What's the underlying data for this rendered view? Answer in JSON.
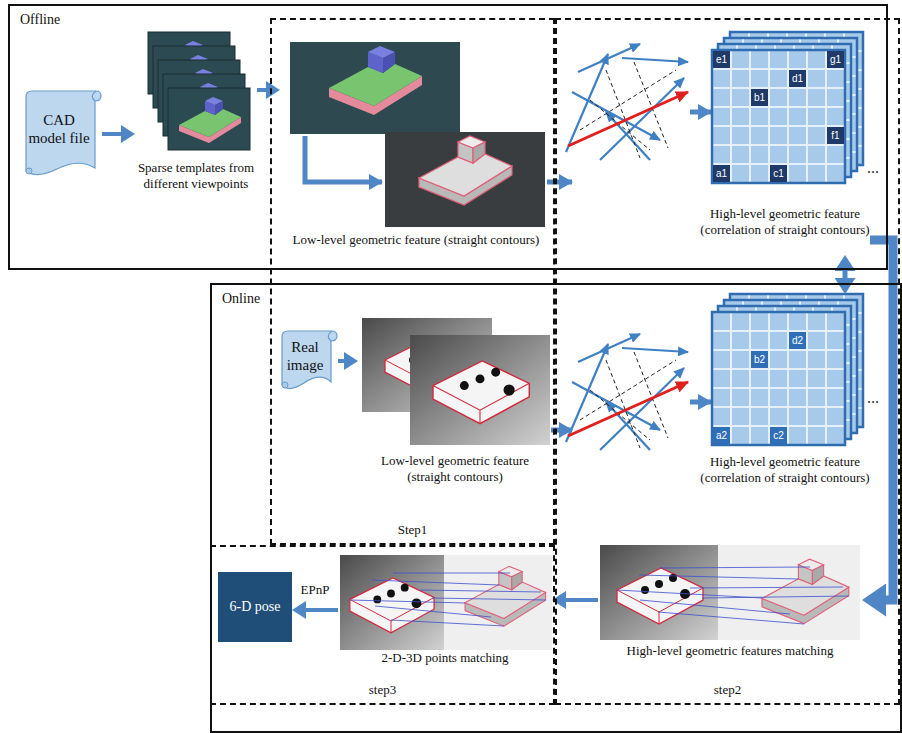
{
  "diagram": {
    "nodes": [
      {
        "text": [
          "Offline"
        ]
      },
      {
        "text": [
          "CAD model file"
        ],
        "in": 0
      },
      {
        "text": [
          "Sparse templates from different viewpoints"
        ],
        "in": 0
      },
      {
        "text": [
          "Low-level geometric feature (straight contours)"
        ],
        "in": 0
      },
      {
        "text": [
          "High-level geometric feature (correlation of straight contours)"
        ],
        "in": 0
      },
      {
        "text": [
          "Online"
        ]
      },
      {
        "text": [
          "Real image"
        ],
        "in": 5
      },
      {
        "text": [
          "Low-level geometric feature (straight contours)"
        ],
        "in": 5
      },
      {
        "text": [
          "High-level geometric feature (correlation of straight contours)"
        ],
        "in": 5
      },
      {
        "text": [
          "High-level geometric features matching"
        ],
        "in": 5
      },
      {
        "text": [
          "2-D-3D points matching"
        ],
        "in": 5
      },
      {
        "text": [
          "6-D pose"
        ],
        "in": 5
      },
      {
        "text": [
          "Step1"
        ]
      },
      {
        "text": [
          "step2"
        ]
      },
      {
        "text": [
          "step3"
        ]
      }
    ],
    "edges": [
      {
        "from": 1,
        "to": 2,
        "arrow": "to"
      },
      {
        "from": 2,
        "to": 3,
        "arrow": "to"
      },
      {
        "from": 4,
        "to": 8,
        "arrow": "both"
      },
      {
        "from": 6,
        "to": 7,
        "arrow": "to"
      },
      {
        "from": 4,
        "to": 9,
        "arrow": "to"
      },
      {
        "from": 9,
        "to": 10,
        "arrow": "to"
      },
      {
        "from": 10,
        "to": 11,
        "label": "EPnP",
        "arrow": "to"
      }
    ],
    "labels": [
      "e1",
      "g1",
      "d1",
      "b1",
      "f1",
      "a1",
      "c1",
      "...",
      "d2",
      "b2",
      "a2",
      "c2",
      "..."
    ]
  }
}
